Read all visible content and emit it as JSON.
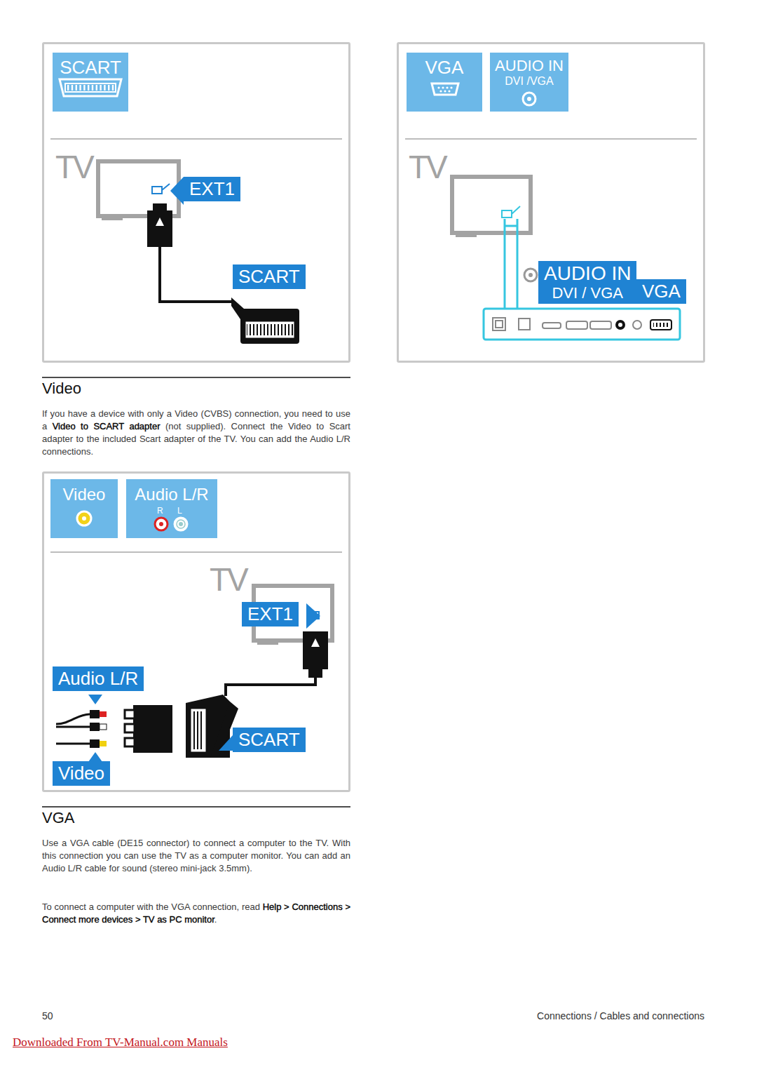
{
  "diagram": {
    "nodes": [
      {
        "text": [
          "TV"
        ]
      },
      {
        "text": [
          "SCART"
        ],
        "in": 0
      },
      {
        "text": [
          "EXT1"
        ],
        "in": 0
      },
      {
        "text": [
          "SCART"
        ],
        "in": 0
      },
      {
        "text": [
          "TV"
        ]
      },
      {
        "text": [
          "VGA"
        ],
        "in": 4
      },
      {
        "text": [
          "AUDIO IN",
          "DVI /VGA"
        ],
        "in": 4
      },
      {
        "text": [
          "AUDIO IN",
          "DVI / VGA"
        ],
        "in": 4
      },
      {
        "text": [
          "VGA"
        ],
        "in": 4
      },
      {
        "text": [
          "TV"
        ]
      },
      {
        "text": [
          "Video"
        ],
        "in": 9
      },
      {
        "text": [
          "Audio L/R",
          "R",
          "L"
        ],
        "in": 9
      },
      {
        "text": [
          "EXT1"
        ],
        "in": 9
      },
      {
        "text": [
          "Audio L/R"
        ],
        "in": 9
      },
      {
        "text": [
          "SCART"
        ],
        "in": 9
      },
      {
        "text": [
          "Video"
        ],
        "in": 9
      }
    ],
    "labels": [
      "Video",
      "If you have a device with only a Video (CVBS) connection, you need to use a",
      "Video to SCART adapter",
      "(not supplied). Connect the Video to Scart adapter to the included Scart adapter of the TV. You can add the Audio L/R connections.",
      "VGA",
      "Use a VGA cable (DE15 connector) to connect a computer to the TV. With this connection you can use the TV as a computer monitor. You can add an Audio L/R cable for sound (stereo mini-jack 3.5mm).",
      "To connect a computer with the VGA connection, read",
      "Help > Connections > Connect more devices > TV as PC monitor",
      ".",
      "50",
      "Connections / Cables and connections",
      "Downloaded From TV-Manual.com Manuals"
    ]
  }
}
